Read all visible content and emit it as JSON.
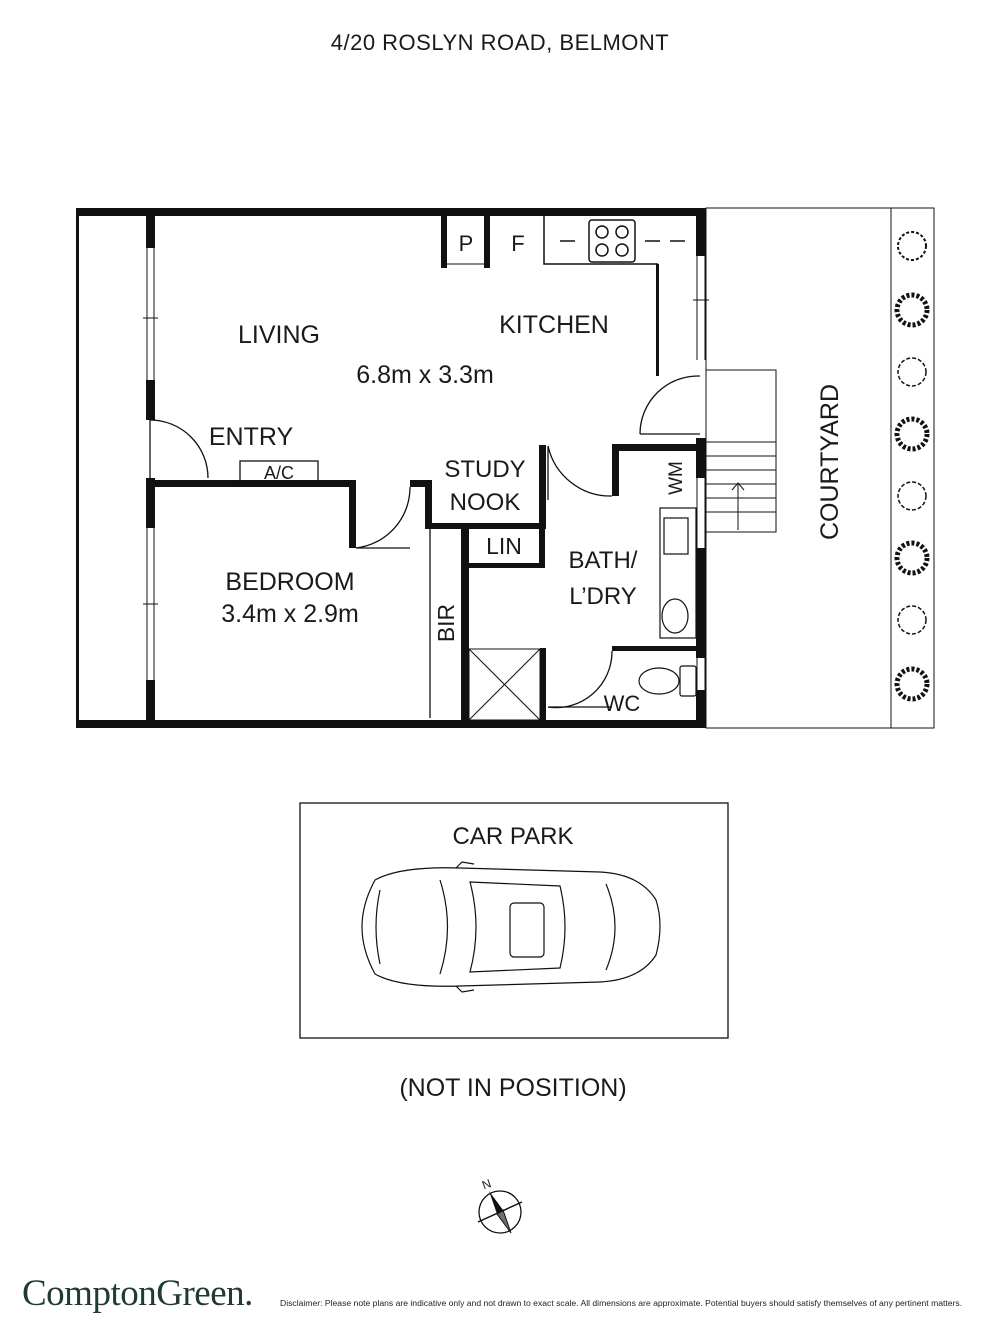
{
  "header": {
    "address": "4/20 ROSLYN ROAD, BELMONT"
  },
  "rooms": {
    "living": "LIVING",
    "kitchen": "KITCHEN",
    "living_dims": "6.8m x 3.3m",
    "entry": "ENTRY",
    "ac": "A/C",
    "pantry": "P",
    "fridge": "F",
    "study_line1": "STUDY",
    "study_line2": "NOOK",
    "linen": "LIN",
    "bedroom": "BEDROOM",
    "bedroom_dims": "3.4m x 2.9m",
    "bir": "BIR",
    "bath_line1": "BATH/",
    "bath_line2": "L’DRY",
    "wm": "WM",
    "wc": "WC",
    "courtyard": "COURTYARD"
  },
  "carpark": {
    "label": "CAR PARK",
    "note": "(NOT IN POSITION)"
  },
  "compass": {
    "north": "N"
  },
  "footer": {
    "logo": "ComptonGreen.",
    "disclaimer": "Disclaimer: Please note plans are indicative only and not drawn to exact scale. All dimensions are approximate. Potential buyers should satisfy themselves of any pertinent matters."
  }
}
